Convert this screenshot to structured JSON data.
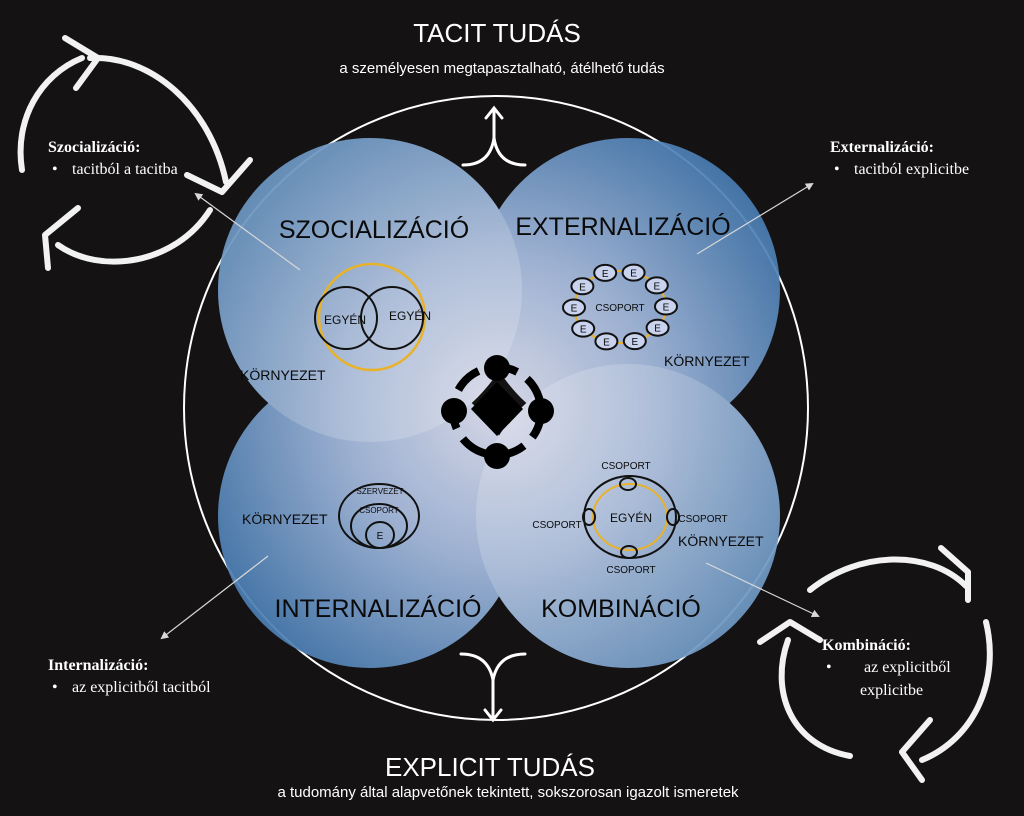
{
  "tacit": {
    "title": "TACIT TUDÁS",
    "subtitle": "a személyesen megtapasztalható, átélhető tudás"
  },
  "explicit": {
    "title": "EXPLICIT TUDÁS",
    "subtitle": "a tudomány által alapvetőnek tekintett, sokszorosan igazolt ismeretek"
  },
  "quadrants": {
    "socialization": {
      "title": "SZOCIALIZÁCIÓ",
      "env": "KÖRNYEZET",
      "individual_left": "EGYÉN",
      "individual_right": "EGYÉN"
    },
    "externalization": {
      "title": "EXTERNALIZÁCIÓ",
      "env": "KÖRNYEZET",
      "group": "CSOPORT",
      "member": "E"
    },
    "internalization": {
      "title": "INTERNALIZÁCIÓ",
      "env": "KÖRNYEZET",
      "organization": "SZERVEZET",
      "group": "CSOPORT",
      "member": "E"
    },
    "combination": {
      "title": "KOMBINÁCIÓ",
      "env": "KÖRNYEZET",
      "individual": "EGYÉN",
      "group_top": "CSOPORT",
      "group_left": "CSOPORT",
      "group_right": "CSOPORT",
      "group_bottom": "CSOPORT"
    }
  },
  "callouts": {
    "socialization": {
      "heading": "Szocializáció:",
      "bullet": "•",
      "line1": "tacitból a tacitba"
    },
    "externalization": {
      "heading": "Externalizáció:",
      "bullet": "•",
      "line1": "tacitból explicitbe"
    },
    "internalization": {
      "heading": "Internalizáció:",
      "bullet": "•",
      "line1": "az explicitből tacitból"
    },
    "combination": {
      "heading": "Kombináció:",
      "bullet": "•",
      "line1": "az explicitből",
      "line2": "explicitbe"
    }
  },
  "colors": {
    "background": "#141212",
    "accent_gold": "#e8b22a",
    "quadrant_edge": "#3f76ad",
    "quadrant_center": "#e4e6f6"
  }
}
